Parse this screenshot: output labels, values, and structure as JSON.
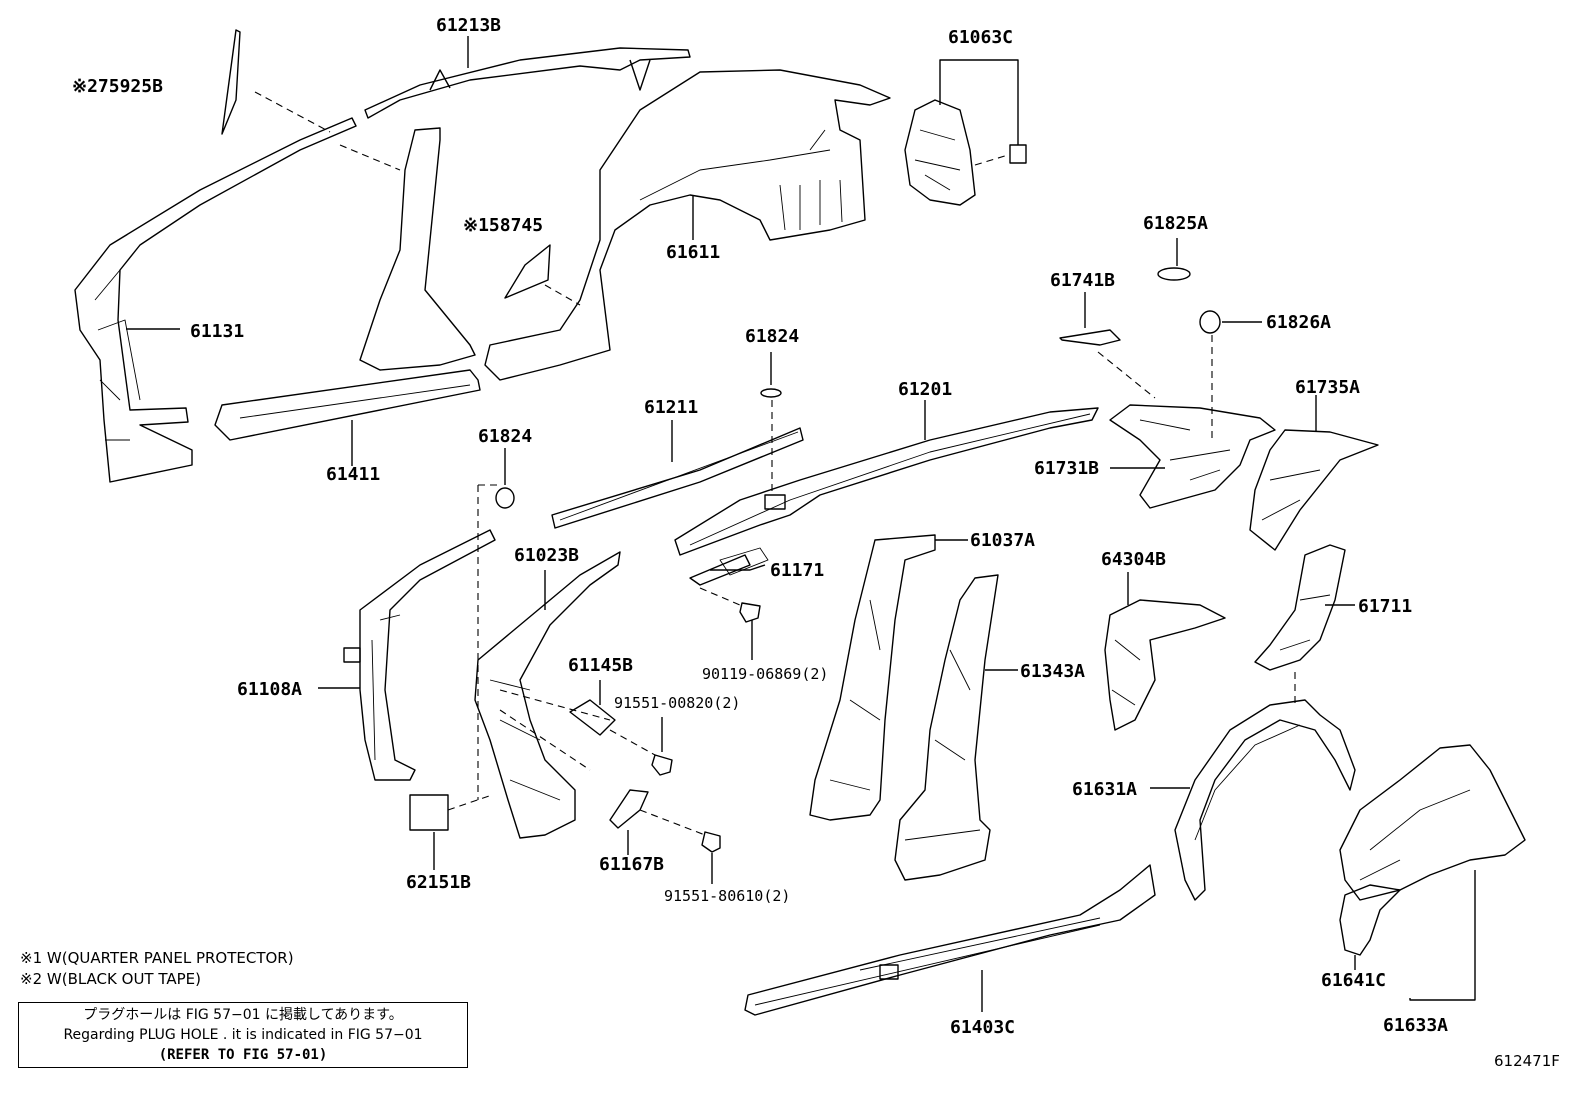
{
  "labels": {
    "p75925B": "※275925B",
    "p61213B": "61213B",
    "p61063C": "61063C",
    "p158745": "※158745",
    "p61611": "61611",
    "p61131": "61131",
    "p61411": "61411",
    "p61825A": "61825A",
    "p61741B": "61741B",
    "p61826A": "61826A",
    "p61824a": "61824",
    "p61824b": "61824",
    "p61211": "61211",
    "p61201": "61201",
    "p61735A": "61735A",
    "p61731B": "61731B",
    "p61023B": "61023B",
    "p61171": "61171",
    "p61037A": "61037A",
    "p64304B": "64304B",
    "p61711": "61711",
    "p61108A": "61108A",
    "p61145B": "61145B",
    "p90119": "90119-06869(2)",
    "p91551a": "91551-00820(2)",
    "p61343A": "61343A",
    "p61631A": "61631A",
    "p62151B": "62151B",
    "p61167B": "61167B",
    "p91551b": "91551-80610(2)",
    "p61641C": "61641C",
    "p61403C": "61403C",
    "p61633A": "61633A"
  },
  "notes": {
    "n1": "※1 W(QUARTER PANEL PROTECTOR)",
    "n2": "※2 W(BLACK OUT TAPE)"
  },
  "notebox": {
    "jp": "プラグホールは FIG 57−01 に掲載してあります。",
    "en": "Regarding  PLUG  HOLE . it is indicated in FIG  57−01",
    "refer": "(REFER TO FIG 57-01)"
  },
  "figure_id": "612471F"
}
